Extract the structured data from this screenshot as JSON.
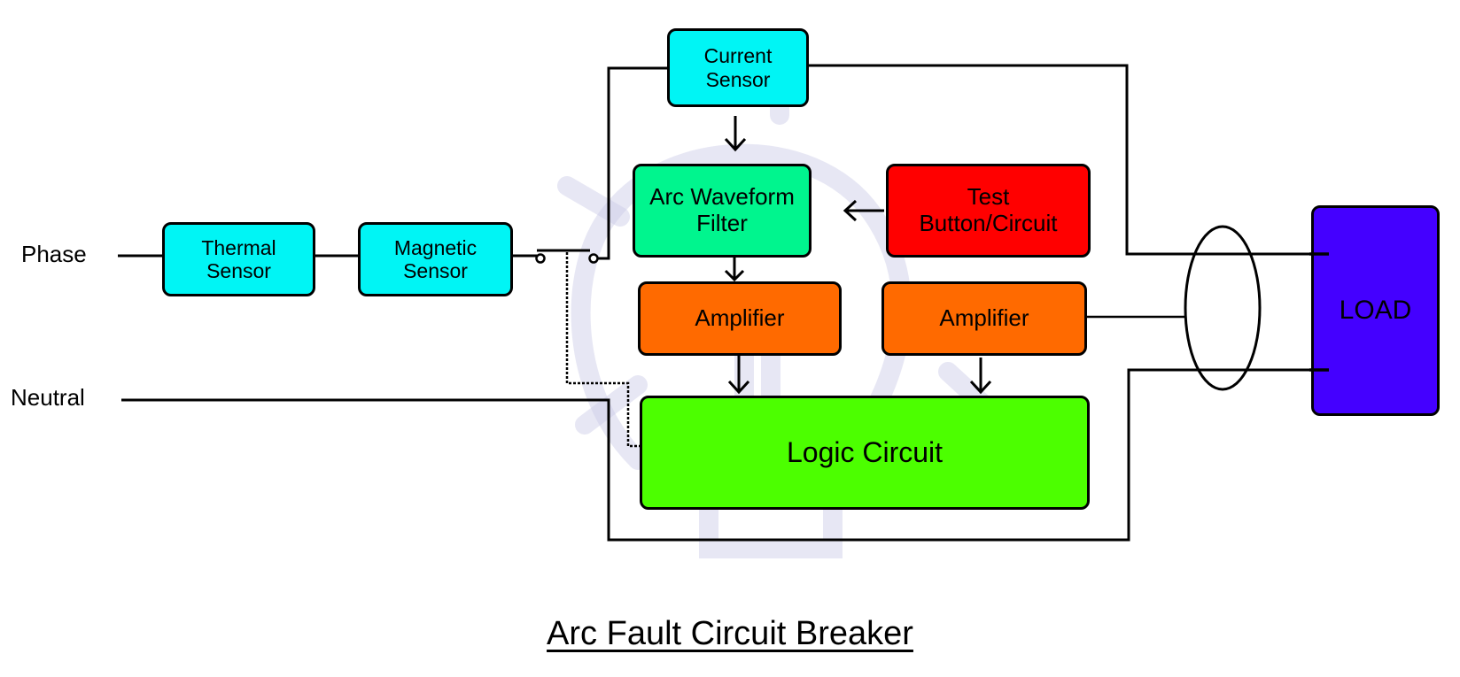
{
  "title": "Arc Fault Circuit Breaker",
  "labels": {
    "phase": "Phase",
    "neutral": "Neutral"
  },
  "blocks": {
    "thermal_sensor": {
      "label": "Thermal Sensor",
      "lines": [
        "Thermal",
        "Sensor"
      ],
      "color": "#00f5f5"
    },
    "magnetic_sensor": {
      "label": "Magnetic Sensor",
      "lines": [
        "Magnetic",
        "Sensor"
      ],
      "color": "#00f5f5"
    },
    "current_sensor": {
      "label": "Current Sensor",
      "lines": [
        "Current",
        "Sensor"
      ],
      "color": "#00f5f5"
    },
    "arc_waveform_filter": {
      "label": "Arc Waveform Filter",
      "lines": [
        "Arc Waveform",
        "Filter"
      ],
      "color": "#00f58e"
    },
    "test_button": {
      "label": "Test Button/Circuit",
      "lines": [
        "Test",
        "Button/Circuit"
      ],
      "color": "#ff0000"
    },
    "amplifier_left": {
      "label": "Amplifier",
      "color": "#ff6a00"
    },
    "amplifier_right": {
      "label": "Amplifier",
      "color": "#ff6a00"
    },
    "logic_circuit": {
      "label": "Logic Circuit",
      "color": "#4cff00"
    },
    "load": {
      "label": "LOAD",
      "color": "#4400ff"
    }
  },
  "connections": [
    {
      "from": "phase",
      "to": "thermal_sensor",
      "type": "wire"
    },
    {
      "from": "thermal_sensor",
      "to": "magnetic_sensor",
      "type": "wire"
    },
    {
      "from": "magnetic_sensor",
      "to": "switch_contact",
      "type": "wire"
    },
    {
      "from": "switch_contact",
      "to": "current_sensor",
      "type": "wire"
    },
    {
      "from": "current_sensor",
      "to": "load",
      "type": "wire"
    },
    {
      "from": "current_sensor",
      "to": "arc_waveform_filter",
      "type": "arrow"
    },
    {
      "from": "test_button",
      "to": "arc_waveform_filter",
      "type": "arrow"
    },
    {
      "from": "arc_waveform_filter",
      "to": "amplifier_left",
      "type": "arrow"
    },
    {
      "from": "amplifier_left",
      "to": "logic_circuit",
      "type": "arrow"
    },
    {
      "from": "amplifier_right",
      "to": "logic_circuit",
      "type": "arrow"
    },
    {
      "from": "amplifier_right",
      "to": "differential_transformer",
      "type": "wire"
    },
    {
      "from": "logic_circuit",
      "to": "switch_contact",
      "type": "dotted"
    },
    {
      "from": "neutral",
      "to": "load",
      "type": "wire"
    }
  ]
}
